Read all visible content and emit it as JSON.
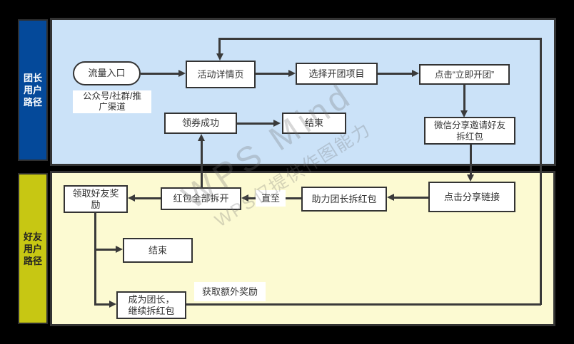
{
  "watermark": {
    "brand": "WPS Mind",
    "note": "WPS仅提供作图能力"
  },
  "lanes": {
    "leader": {
      "label": "团长用户路径",
      "header_color": "#04499a",
      "bg_color": "#cbe2f8"
    },
    "friend": {
      "label": "好友用户路径",
      "header_color": "#c7c713",
      "bg_color": "#fcfad2"
    }
  },
  "nodes": {
    "traffic_entry": "流量入口",
    "channel_note": "公众号/社群/推广渠道",
    "activity_detail": "活动详情页",
    "select_project": "选择开团项目",
    "click_start_group": "点击“立即开团”",
    "coupon_success": "领券成功",
    "leader_end": "结束",
    "wechat_share": "微信分享邀请好友拆红包",
    "claim_friend_reward": "领取好友奖励",
    "all_packets_opened": "红包全部拆开",
    "until": "直至",
    "help_leader_open": "助力团长拆红包",
    "click_share_link": "点击分享链接",
    "friend_end": "结束",
    "become_leader": "成为团长，继续拆红包",
    "extra_reward": "获取额外奖励"
  },
  "colors": {
    "canvas_bg": "#000000",
    "node_bg": "#ffffff",
    "node_border": "#333333",
    "connector": "#3a3a3a",
    "lane_border": "#333333"
  }
}
